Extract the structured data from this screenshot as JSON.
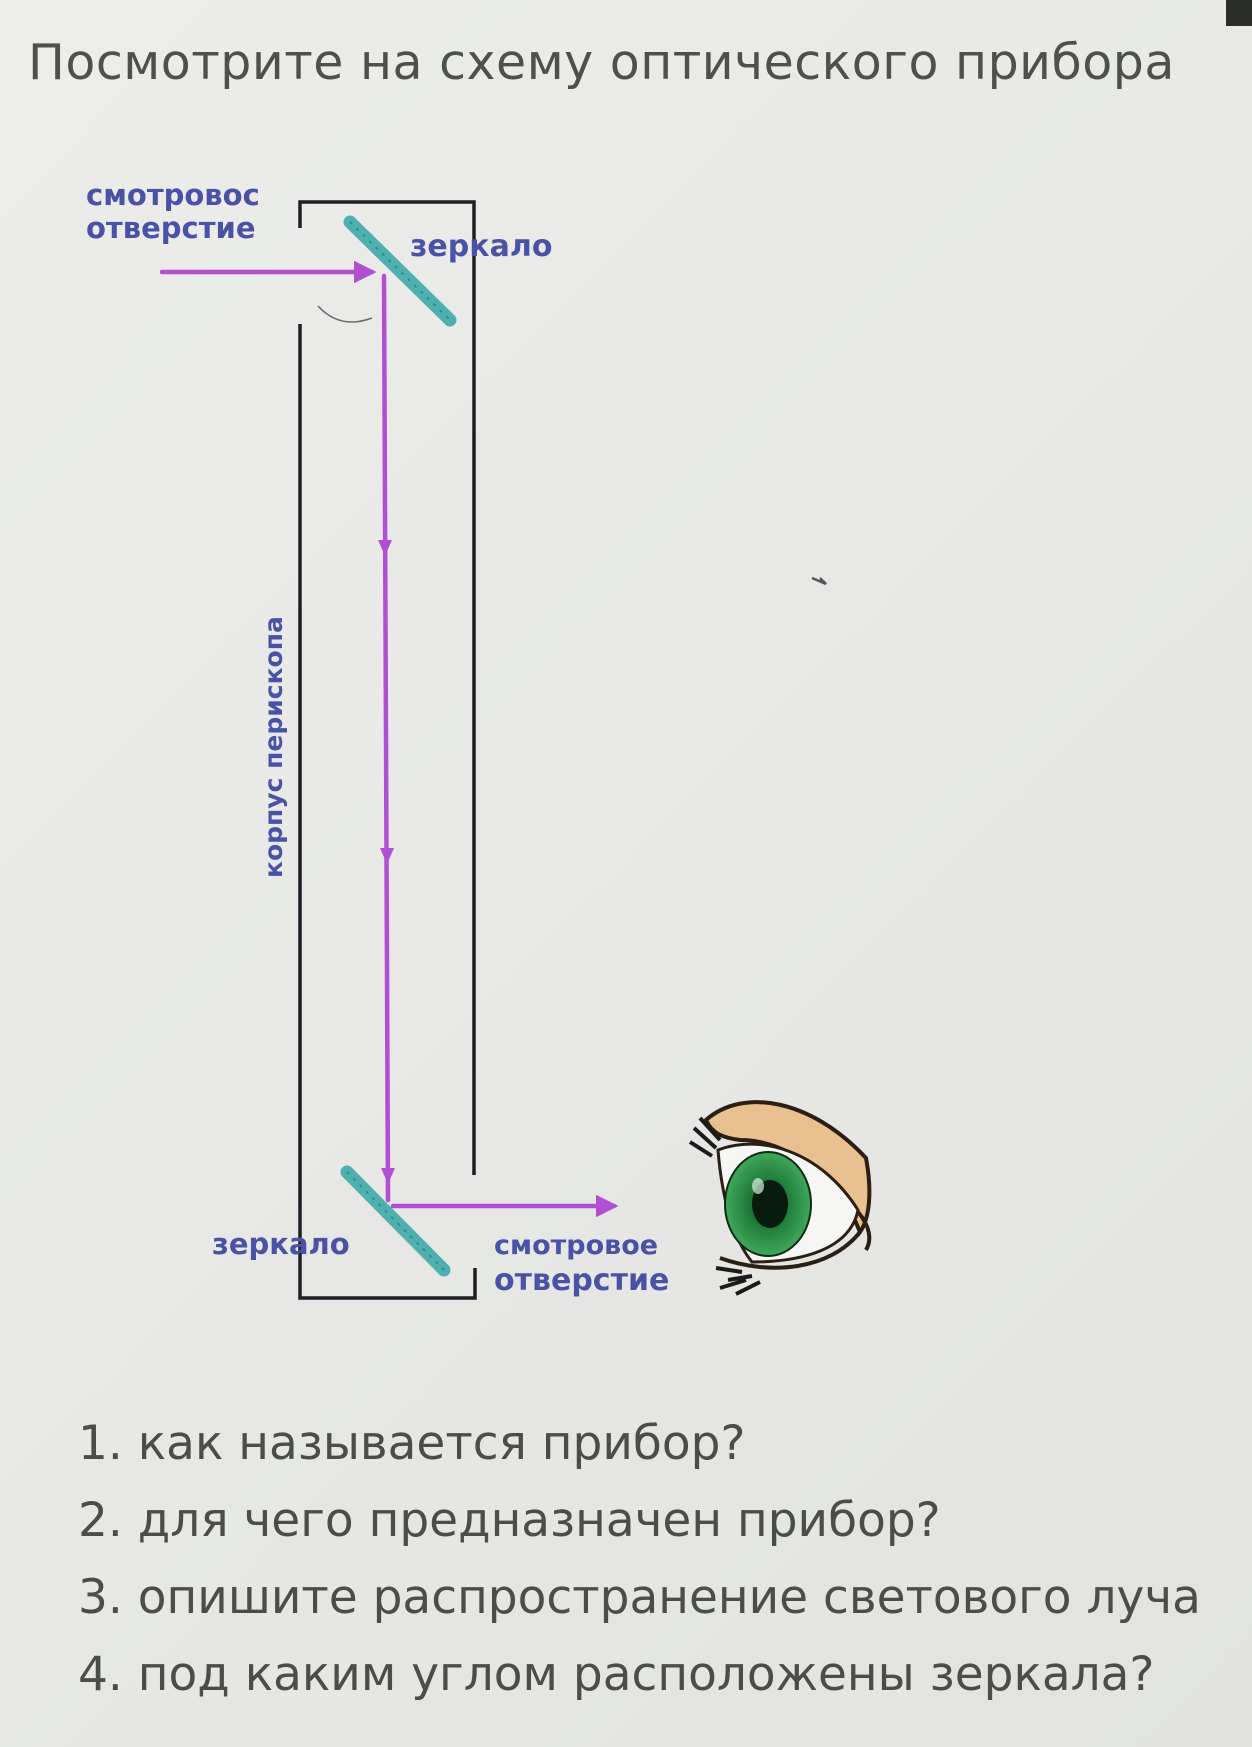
{
  "title": "Посмотрите на схему оптического прибора",
  "diagram": {
    "label_top_opening_line1": "смотровос",
    "label_top_opening_line2": "отверстие",
    "label_top_mirror": "зеркало",
    "label_body": "корпус перископа",
    "label_bottom_mirror": "зеркало",
    "label_bottom_opening_line1": "смотровое",
    "label_bottom_opening_line2": "отверстие",
    "colors": {
      "ray": "#b04fd4",
      "mirror": "#4fb0b0",
      "body_outline": "#1e1e24",
      "label": "#4a52a6"
    },
    "icons": [
      "eye-icon"
    ]
  },
  "questions": [
    "1. как называется прибор?",
    "2. для чего предназначен прибор?",
    "3. опишите распространение светового луча",
    "4. под каким углом расположены зеркала?"
  ]
}
